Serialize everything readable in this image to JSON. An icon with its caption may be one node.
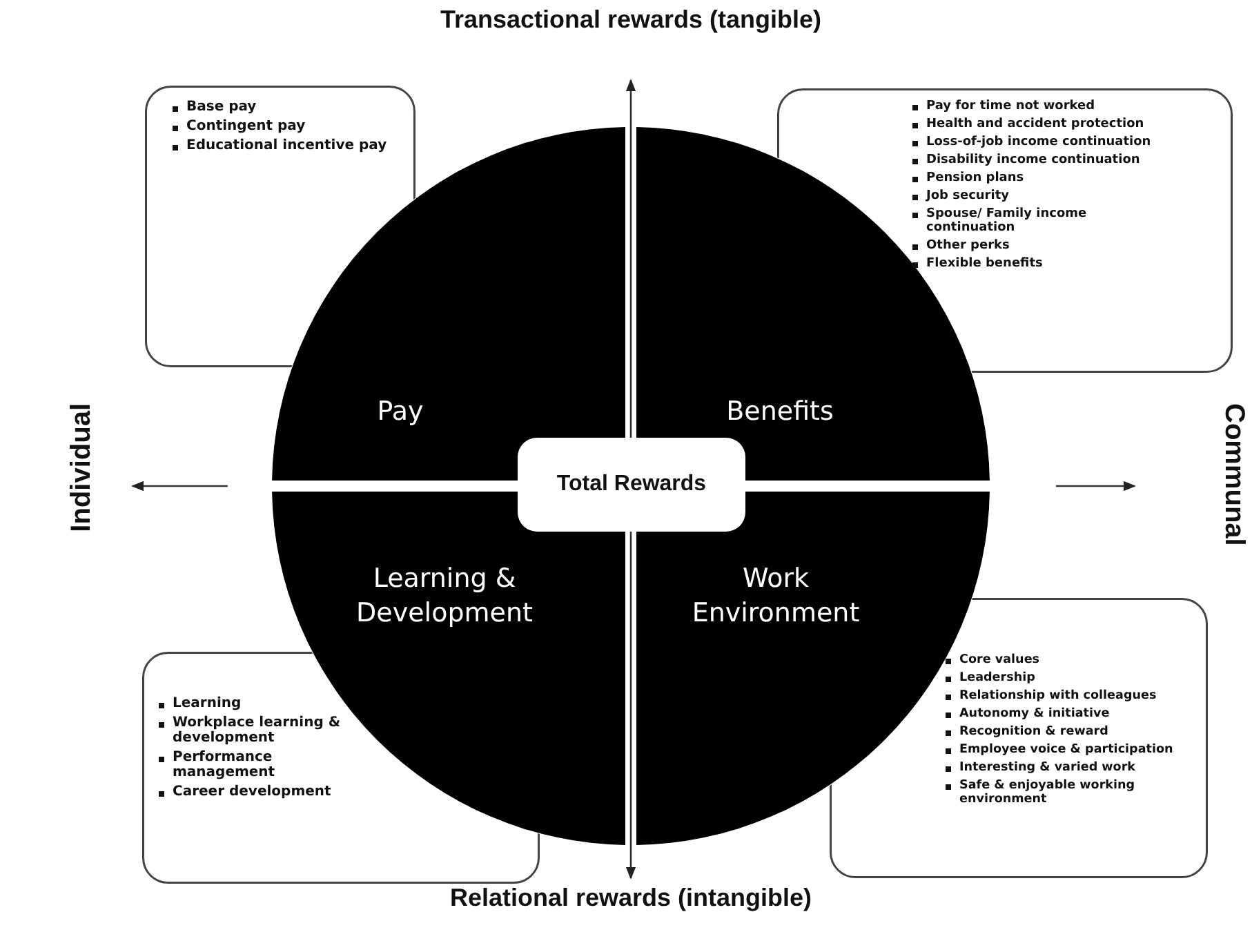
{
  "diagram": {
    "nodes": [
      {
        "text": [
          "Pay"
        ]
      },
      {
        "text": [
          "Benefits"
        ]
      },
      {
        "text": [
          "Learning & Development"
        ]
      },
      {
        "text": [
          "Work Environment"
        ]
      },
      {
        "text": [
          "Total Rewards"
        ]
      },
      {
        "text": [
          "Base pay",
          "Contingent pay",
          "Educational incentive pay"
        ]
      },
      {
        "text": [
          "Pay for time not worked",
          "Health and accident protection",
          "Loss-of-job income continuation",
          "Disability income continuation",
          "Pension plans",
          "Job security",
          "Spouse/ Family income continuation",
          "Other perks",
          "Flexible benefits"
        ]
      },
      {
        "text": [
          "Learning",
          "Workplace learning & development",
          "Performance management",
          "Career development"
        ]
      },
      {
        "text": [
          "Core values",
          "Leadership",
          "Relationship with colleagues",
          "Autonomy & initiative",
          "Recognition & reward",
          "Employee voice & participation",
          "Interesting & varied work",
          "Safe & enjoyable working environment"
        ]
      }
    ],
    "edges": [],
    "labels": [
      "Transactional rewards (tangible)",
      "Individual",
      "Communal",
      "Relational rewards (intangible)"
    ]
  }
}
